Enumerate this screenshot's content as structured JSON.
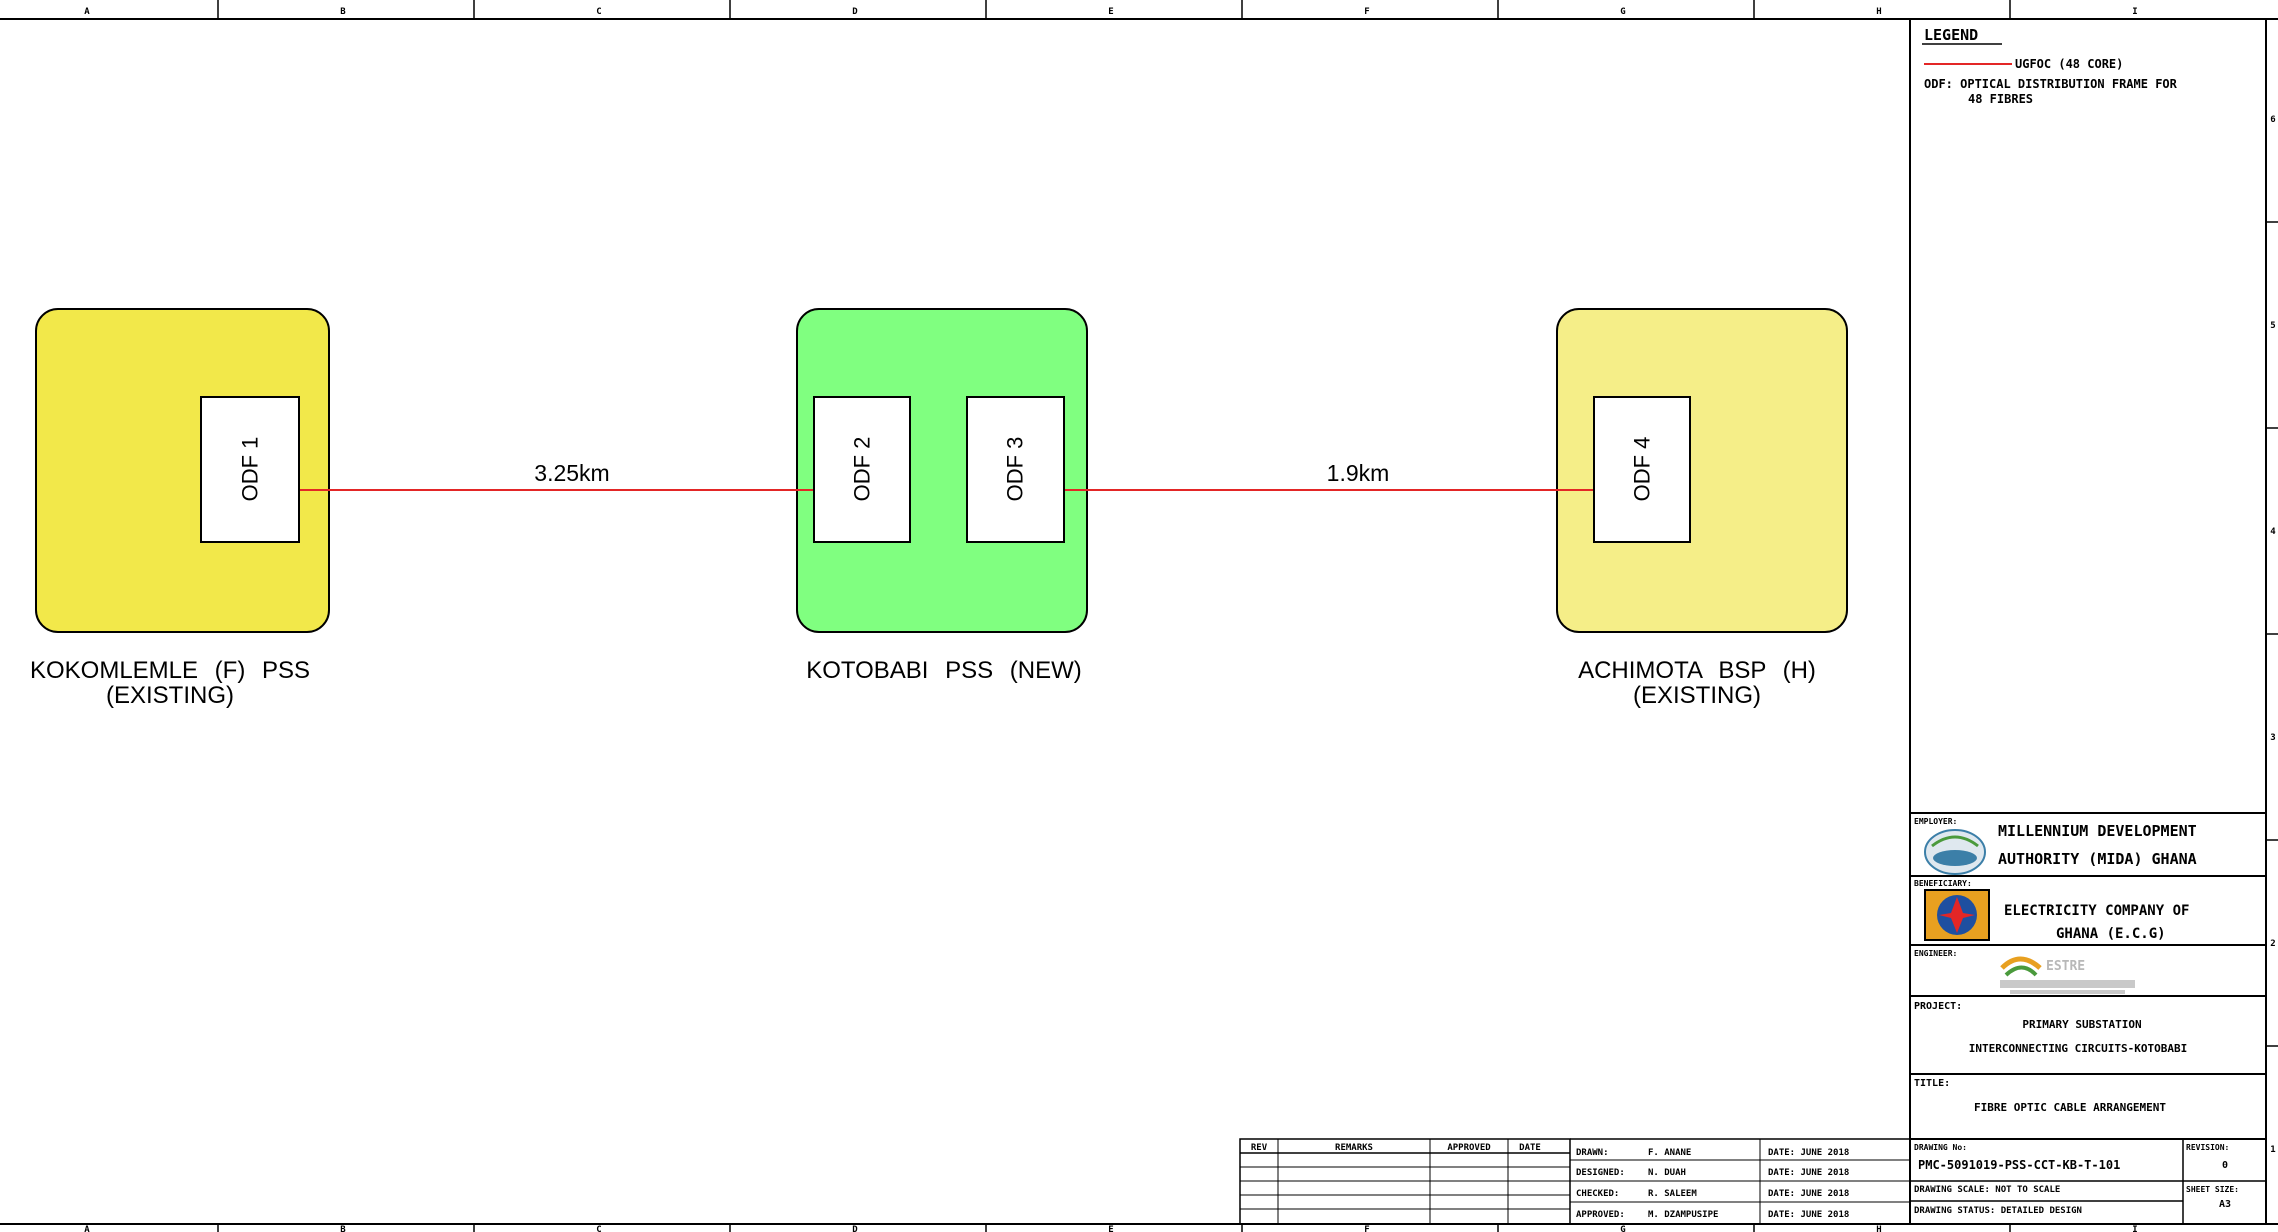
{
  "grid": {
    "columns": [
      "A",
      "B",
      "C",
      "D",
      "E",
      "F",
      "G",
      "H",
      "I"
    ],
    "rows": [
      "6",
      "5",
      "4",
      "3",
      "2",
      "1"
    ]
  },
  "stations": [
    {
      "id": "kokomlemle",
      "name": "KOKOMLEMLE (F) PSS",
      "status": "(EXISTING)",
      "fill": "#f2e84a",
      "odfs": [
        "ODF 1"
      ]
    },
    {
      "id": "kotobabi",
      "name": "KOTOBABI PSS (NEW)",
      "status": "",
      "fill": "#80ff80",
      "odfs": [
        "ODF 2",
        "ODF 3"
      ]
    },
    {
      "id": "achimota",
      "name": "ACHIMOTA BSP (H)",
      "status": "(EXISTING)",
      "fill": "#f5ee88",
      "odfs": [
        "ODF 4"
      ]
    }
  ],
  "links": [
    {
      "from": "ODF 1",
      "to": "ODF 2",
      "distance": "3.25km",
      "color": "#e32626"
    },
    {
      "from": "ODF 3",
      "to": "ODF 4",
      "distance": "1.9km",
      "color": "#e32626"
    }
  ],
  "legend": {
    "title": "LEGEND",
    "cable_label": "UGFOC (48 CORE)",
    "odf_line1": "ODF: OPTICAL DISTRIBUTION FRAME FOR",
    "odf_line2": "48 FIBRES"
  },
  "title_block": {
    "employer_label": "EMPLOYER:",
    "employer_line1": "MILLENNIUM DEVELOPMENT",
    "employer_line2": "AUTHORITY (MIDA) GHANA",
    "beneficiary_label": "BENEFICIARY:",
    "beneficiary_line1": "ELECTRICITY COMPANY OF",
    "beneficiary_line2": "GHANA (E.C.G)",
    "engineer_label": "ENGINEER:",
    "engineer_logo_text": "ESTRE",
    "project_label": "PROJECT:",
    "project_line1": "PRIMARY SUBSTATION",
    "project_line2": "INTERCONNECTING CIRCUITS-KOTOBABI",
    "title_label": "TITLE:",
    "title_value": "FIBRE OPTIC CABLE ARRANGEMENT",
    "drawing_no_label": "DRAWING No:",
    "drawing_no": "PMC-5091019-PSS-CCT-KB-T-101",
    "revision_label": "REVISION:",
    "revision": "0",
    "scale": "DRAWING SCALE:  NOT TO SCALE",
    "sheet_size_label": "SHEET SIZE:",
    "sheet_size": "A3",
    "status": "DRAWING STATUS:  DETAILED DESIGN"
  },
  "revision_table": {
    "headers": [
      "REV",
      "REMARKS",
      "APPROVED",
      "DATE"
    ]
  },
  "signoff": [
    {
      "role": "DRAWN:",
      "name": "F. ANANE",
      "date": "DATE: JUNE 2018"
    },
    {
      "role": "DESIGNED:",
      "name": "N. DUAH",
      "date": "DATE: JUNE 2018"
    },
    {
      "role": "CHECKED:",
      "name": "R. SALEEM",
      "date": "DATE: JUNE 2018"
    },
    {
      "role": "APPROVED:",
      "name": "M. DZAMPUSIPE",
      "date": "DATE: JUNE 2018"
    }
  ]
}
